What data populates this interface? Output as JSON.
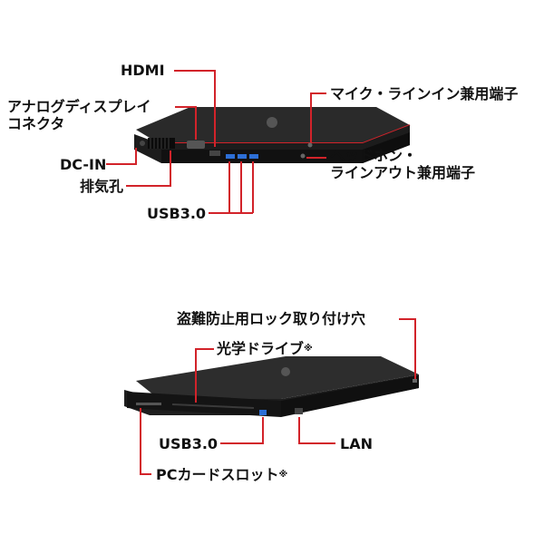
{
  "colors": {
    "leader_line": "#d2232a",
    "chassis": "#2b2b2b",
    "chassis_dark": "#151515",
    "port_blue": "#2d6fd6",
    "label_text": "#111111"
  },
  "top_view": {
    "callouts": {
      "hdmi": "HDMI",
      "analog_display_line1": "アナログディスプレイ",
      "analog_display_line2": "コネクタ",
      "dc_in": "DC-IN",
      "exhaust": "排気孔",
      "usb": "USB3.0",
      "mic_line_in": "マイク・ラインイン兼用端子",
      "headphone_line1": "ヘッドホン・",
      "headphone_line2": "ラインアウト兼用端子"
    }
  },
  "bottom_view": {
    "callouts": {
      "security_lock": "盗難防止用ロック取り付け穴",
      "optical_drive": "光学ドライブ",
      "optical_drive_note": "※",
      "usb": "USB3.0",
      "lan": "LAN",
      "pc_card_slot": "PCカードスロット",
      "pc_card_slot_note": "※"
    }
  }
}
